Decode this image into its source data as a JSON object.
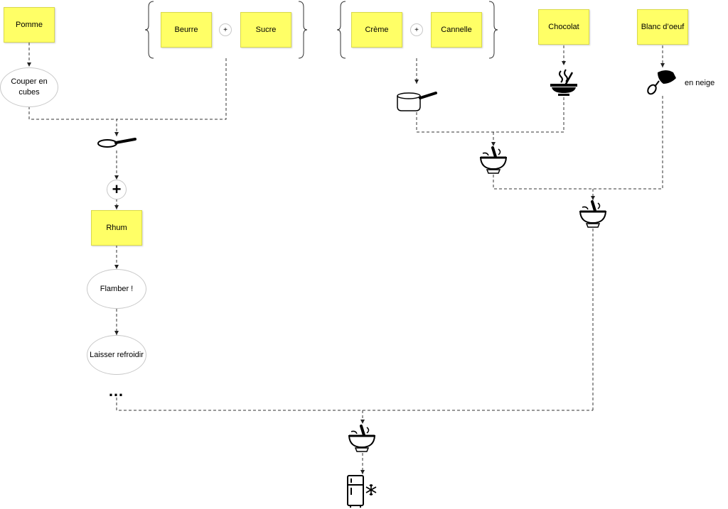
{
  "ingredients": {
    "pomme": "Pomme",
    "beurre": "Beurre",
    "sucre": "Sucre",
    "creme": "Crème",
    "cannelle": "Cannelle",
    "chocolat": "Chocolat",
    "blanc_oeuf": "Blanc d’oeuf",
    "rhum": "Rhum"
  },
  "steps": {
    "couper": "Couper en cubes",
    "flamber": "Flamber !",
    "refroidir": "Laisser refroidir",
    "en_neige": "en neige",
    "ellipsis": "…"
  },
  "operators": {
    "plus": "+",
    "plus_big": "+"
  },
  "icons": [
    "pan-icon",
    "saucepan-icon",
    "hot-bowl-icon",
    "hand-mixer-icon",
    "mixing-bowl-icon",
    "fridge-icon",
    "snowflake-icon"
  ],
  "colors": {
    "sticky": "#ffff66",
    "connector": "#333333"
  }
}
